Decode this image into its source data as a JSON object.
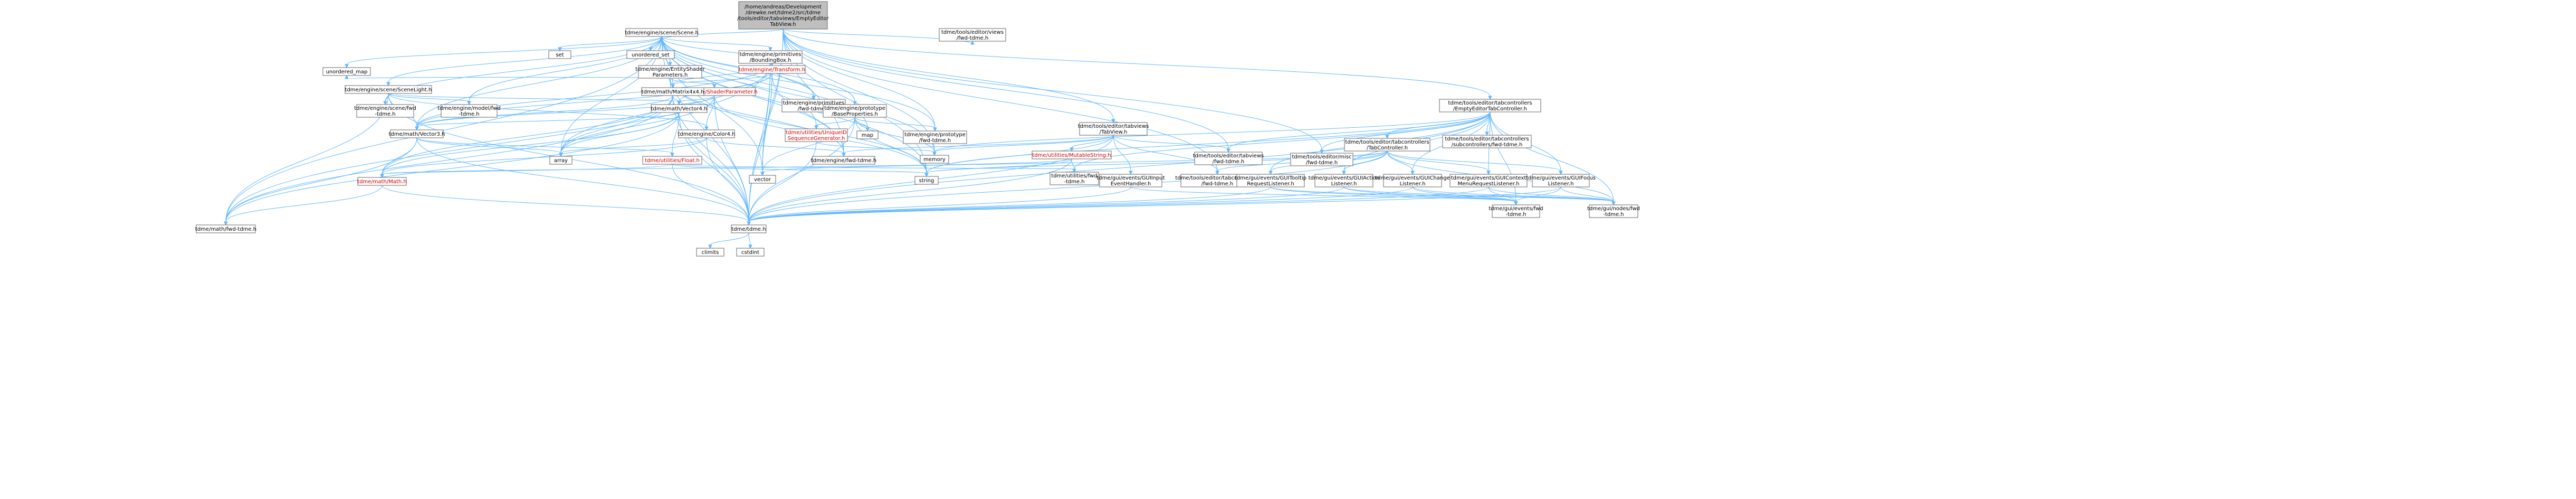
{
  "nodes": [
    {
      "id": "root",
      "lines": [
        "/home/andreas/Development",
        "/drewke.net/tdme2/src/tdme",
        "/tools/editor/tabviews/EmptyEditor",
        "TabView.h"
      ],
      "style": "root"
    },
    {
      "id": "scene",
      "lines": [
        "tdme/engine/scene/Scene.h"
      ],
      "style": "normal"
    },
    {
      "id": "fwd_views",
      "lines": [
        "tdme/tools/editor/views",
        "/fwd-tdme.h"
      ],
      "style": "normal"
    },
    {
      "id": "set",
      "lines": [
        "set"
      ],
      "style": "ext"
    },
    {
      "id": "unordered_set",
      "lines": [
        "unordered_set"
      ],
      "style": "ext"
    },
    {
      "id": "bbox",
      "lines": [
        "tdme/engine/primitives",
        "/BoundingBox.h"
      ],
      "style": "normal"
    },
    {
      "id": "esp",
      "lines": [
        "tdme/engine/EntityShader",
        "Parameters.h"
      ],
      "style": "normal"
    },
    {
      "id": "transform",
      "lines": [
        "tdme/engine/Transform.h"
      ],
      "style": "red"
    },
    {
      "id": "fwd_prim",
      "lines": [
        "tdme/engine/primitives",
        "/fwd-tdme.h"
      ],
      "style": "normal"
    },
    {
      "id": "unordered_map",
      "lines": [
        "unordered_map"
      ],
      "style": "ext"
    },
    {
      "id": "scenelight",
      "lines": [
        "tdme/engine/scene/SceneLight.h"
      ],
      "style": "normal"
    },
    {
      "id": "shaderparam",
      "lines": [
        "tdme/engine/ShaderParameter.h"
      ],
      "style": "red"
    },
    {
      "id": "matrix",
      "lines": [
        "tdme/math/Matrix4x4.h"
      ],
      "style": "normal"
    },
    {
      "id": "fwd_scene",
      "lines": [
        "tdme/engine/scene/fwd",
        "-tdme.h"
      ],
      "style": "normal"
    },
    {
      "id": "fwd_model",
      "lines": [
        "tdme/engine/model/fwd",
        "-tdme.h"
      ],
      "style": "normal"
    },
    {
      "id": "vector4",
      "lines": [
        "tdme/math/Vector4.h"
      ],
      "style": "normal"
    },
    {
      "id": "bprops",
      "lines": [
        "tdme/engine/prototype",
        "/BaseProperties.h"
      ],
      "style": "normal"
    },
    {
      "id": "vector3",
      "lines": [
        "tdme/math/Vector3.h"
      ],
      "style": "normal"
    },
    {
      "id": "color4",
      "lines": [
        "tdme/engine/Color4.h"
      ],
      "style": "normal"
    },
    {
      "id": "uniqueid",
      "lines": [
        "tdme/utilities/UniqueID",
        "SequenceGenerator.h"
      ],
      "style": "red"
    },
    {
      "id": "map",
      "lines": [
        "map"
      ],
      "style": "ext"
    },
    {
      "id": "fwd_proto",
      "lines": [
        "tdme/engine/prototype",
        "/fwd-tdme.h"
      ],
      "style": "normal"
    },
    {
      "id": "array",
      "lines": [
        "array"
      ],
      "style": "ext"
    },
    {
      "id": "float",
      "lines": [
        "tdme/utilities/Float.h"
      ],
      "style": "red"
    },
    {
      "id": "fwd_engine",
      "lines": [
        "tdme/engine/fwd-tdme.h"
      ],
      "style": "normal"
    },
    {
      "id": "memory",
      "lines": [
        "memory"
      ],
      "style": "ext"
    },
    {
      "id": "mathh",
      "lines": [
        "tdme/math/Math.h"
      ],
      "style": "red"
    },
    {
      "id": "fwd_math",
      "lines": [
        "tdme/math/fwd-tdme.h"
      ],
      "style": "normal"
    },
    {
      "id": "tdmeh",
      "lines": [
        "tdme/tdme.h"
      ],
      "style": "normal"
    },
    {
      "id": "climits",
      "lines": [
        "climits"
      ],
      "style": "ext"
    },
    {
      "id": "cstdint",
      "lines": [
        "cstdint"
      ],
      "style": "ext"
    },
    {
      "id": "vector",
      "lines": [
        "vector"
      ],
      "style": "ext"
    },
    {
      "id": "string",
      "lines": [
        "string"
      ],
      "style": "ext"
    },
    {
      "id": "tabview",
      "lines": [
        "tdme/tools/editor/tabviews",
        "/TabView.h"
      ],
      "style": "normal"
    },
    {
      "id": "mutstring",
      "lines": [
        "tdme/utilities/MutableString.h"
      ],
      "style": "red"
    },
    {
      "id": "fwd_util",
      "lines": [
        "tdme/utilities/fwd",
        "-tdme.h"
      ],
      "style": "normal"
    },
    {
      "id": "guiinput",
      "lines": [
        "tdme/gui/events/GUIInput",
        "EventHandler.h"
      ],
      "style": "normal"
    },
    {
      "id": "fwd_tabviews",
      "lines": [
        "tdme/tools/editor/tabviews",
        "/fwd-tdme.h"
      ],
      "style": "normal"
    },
    {
      "id": "fwd_tabctrls",
      "lines": [
        "tdme/tools/editor/tabcontrollers",
        "/fwd-tdme.h"
      ],
      "style": "normal"
    },
    {
      "id": "emptyctrl",
      "lines": [
        "tdme/tools/editor/tabcontrollers",
        "/EmptyEditorTabController.h"
      ],
      "style": "normal"
    },
    {
      "id": "fwd_misc",
      "lines": [
        "tdme/tools/editor/misc",
        "/fwd-tdme.h"
      ],
      "style": "normal"
    },
    {
      "id": "tabctrl",
      "lines": [
        "tdme/tools/editor/tabcontrollers",
        "/TabController.h"
      ],
      "style": "normal"
    },
    {
      "id": "fwd_subctrls",
      "lines": [
        "tdme/tools/editor/tabcontrollers",
        "/subcontrollers/fwd-tdme.h"
      ],
      "style": "normal"
    },
    {
      "id": "tooltip",
      "lines": [
        "tdme/gui/events/GUITooltip",
        "RequestListener.h"
      ],
      "style": "normal"
    },
    {
      "id": "action",
      "lines": [
        "tdme/gui/events/GUIAction",
        "Listener.h"
      ],
      "style": "normal"
    },
    {
      "id": "change",
      "lines": [
        "tdme/gui/events/GUIChange",
        "Listener.h"
      ],
      "style": "normal"
    },
    {
      "id": "context",
      "lines": [
        "tdme/gui/events/GUIContext",
        "MenuRequestListener.h"
      ],
      "style": "normal"
    },
    {
      "id": "focus",
      "lines": [
        "tdme/gui/events/GUIFocus",
        "Listener.h"
      ],
      "style": "normal"
    },
    {
      "id": "fwd_events",
      "lines": [
        "tdme/gui/events/fwd",
        "-tdme.h"
      ],
      "style": "normal"
    },
    {
      "id": "fwd_nodes",
      "lines": [
        "tdme/gui/nodes/fwd",
        "-tdme.h"
      ],
      "style": "normal"
    }
  ],
  "colors": {
    "root_fill": "#bfbfbf",
    "node_fill": "#ffffff",
    "node_border": "#666666",
    "ext_border": "#bfbfbf",
    "red_border": "#ff0000",
    "edge": "#63b8ff"
  }
}
